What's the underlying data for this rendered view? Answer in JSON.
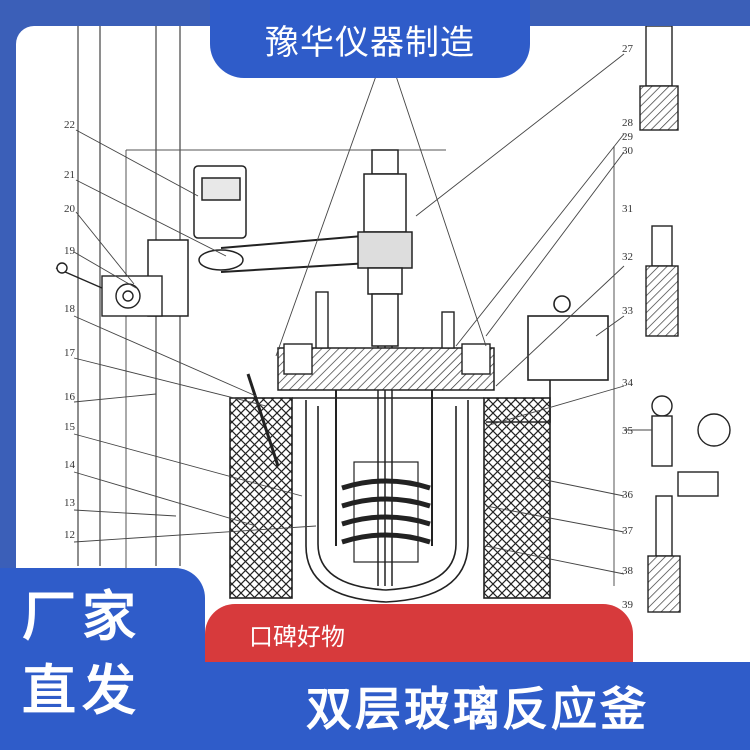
{
  "brand": "豫华仪器制造",
  "badge": {
    "line1": "厂家",
    "line2": "直发"
  },
  "tagline": "口碑好物",
  "product_title": "双层玻璃反应釜",
  "part_numbers_left": [
    "22",
    "21",
    "20",
    "19",
    "18",
    "17",
    "16",
    "15",
    "14",
    "13",
    "12"
  ],
  "part_numbers_right": [
    "27",
    "28",
    "29",
    "30",
    "31",
    "32",
    "33",
    "34",
    "35",
    "36",
    "37",
    "38",
    "39"
  ],
  "colors": {
    "blue": "#2f5cc9",
    "red": "#d73a3c",
    "frame": "#3b5fb8"
  }
}
